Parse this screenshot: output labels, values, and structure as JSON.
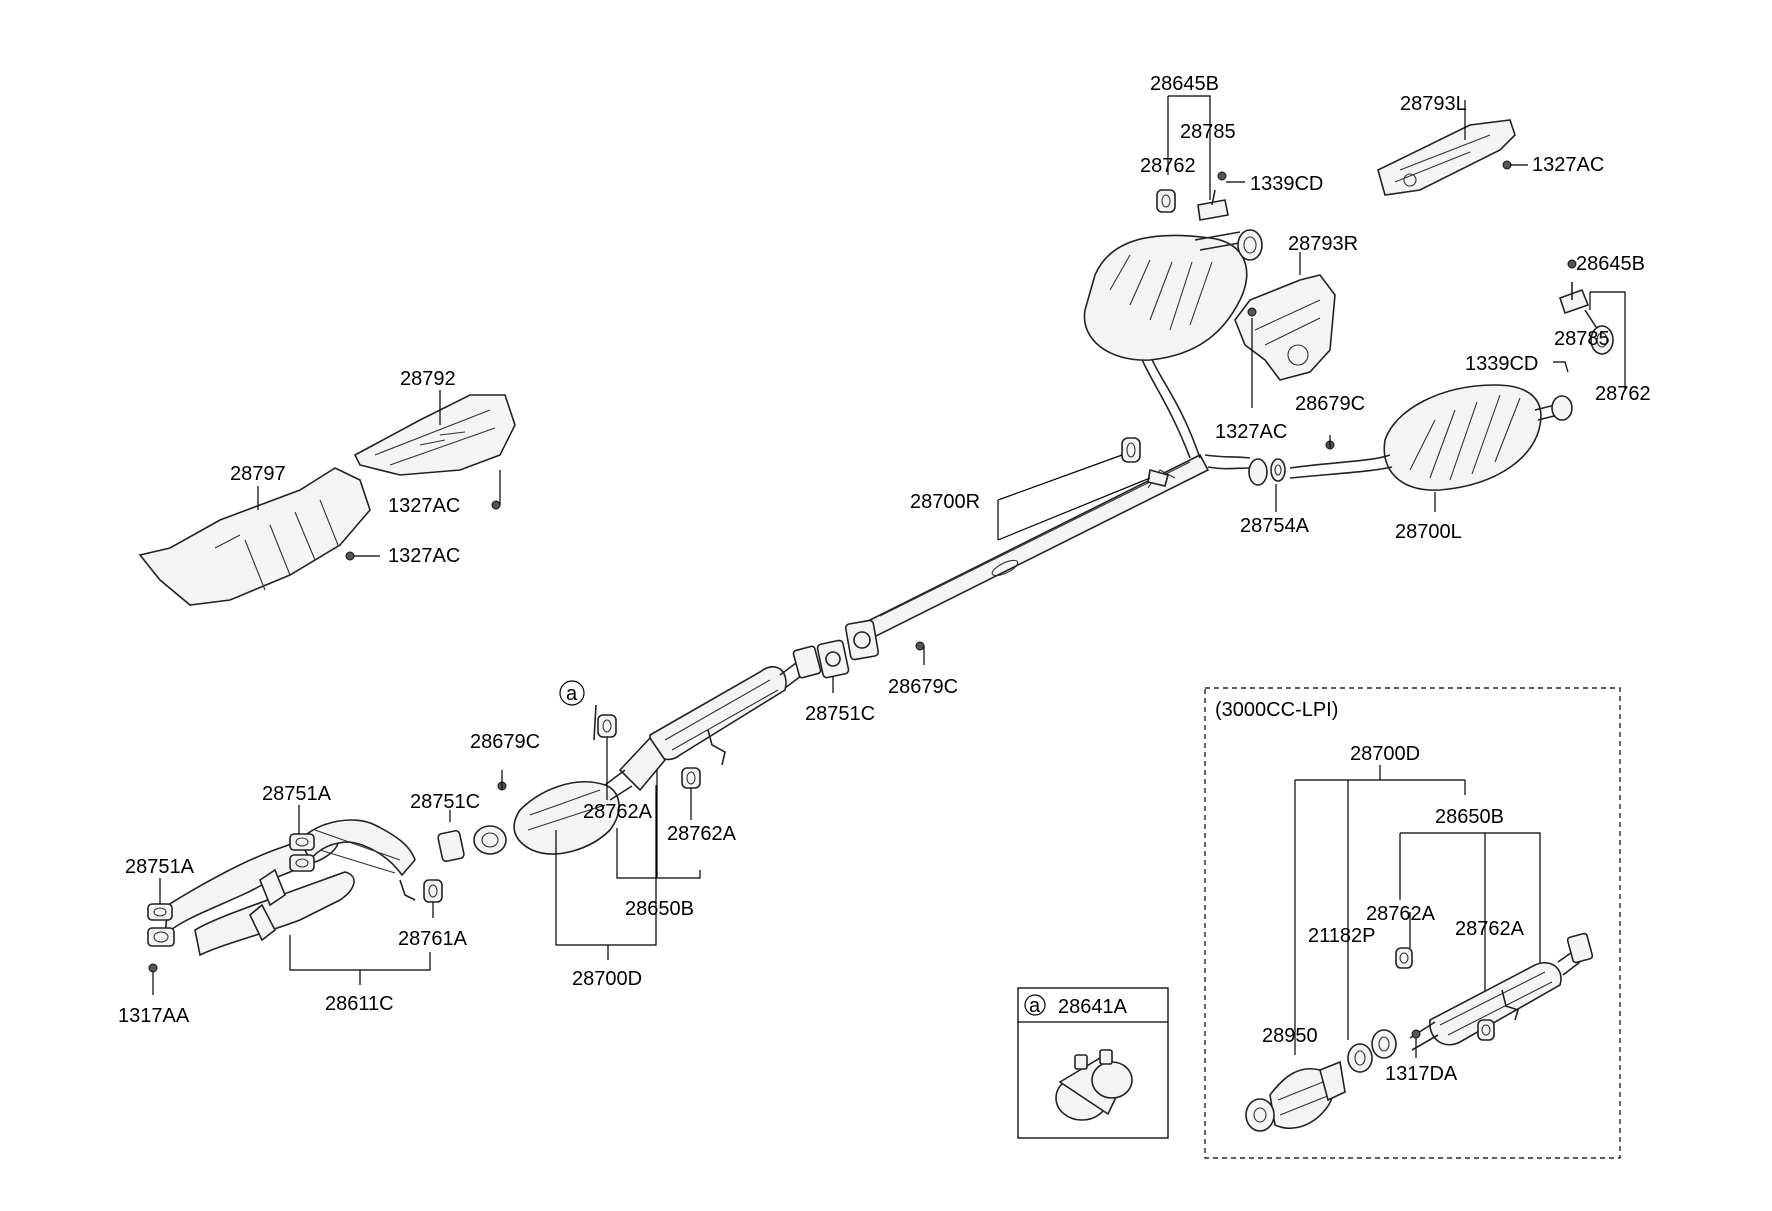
{
  "labels": {
    "l_28645B_top": "28645B",
    "l_28785_top": "28785",
    "l_28762_top": "28762",
    "l_1339CD_top": "1339CD",
    "l_28793L": "28793L",
    "l_1327AC_tr": "1327AC",
    "l_28793R": "28793R",
    "l_28645B_right": "28645B",
    "l_28785_right": "28785",
    "l_1339CD_right": "1339CD",
    "l_28762_right": "28762",
    "l_28679C_r": "28679C",
    "l_1327AC_mid": "1327AC",
    "l_28700R": "28700R",
    "l_28754A": "28754A",
    "l_28700L": "28700L",
    "l_28792": "28792",
    "l_28797": "28797",
    "l_1327AC_l1": "1327AC",
    "l_1327AC_l2": "1327AC",
    "l_28751C_mid": "28751C",
    "l_28679C_mid": "28679C",
    "l_circle_a": "a",
    "l_28679C_left": "28679C",
    "l_28751C_left": "28751C",
    "l_28762A_1": "28762A",
    "l_28762A_2": "28762A",
    "l_28650B_main": "28650B",
    "l_28700D_main": "28700D",
    "l_28751A_1": "28751A",
    "l_28751A_2": "28751A",
    "l_28761A": "28761A",
    "l_28611C": "28611C",
    "l_1317AA": "1317AA",
    "inset_a_circle": "a",
    "inset_a_part": "28641A",
    "inset_lpi_title": "(3000CC-LPI)",
    "l_lpi_28700D": "28700D",
    "l_lpi_28650B": "28650B",
    "l_lpi_28762A_1": "28762A",
    "l_lpi_28762A_2": "28762A",
    "l_lpi_21182P": "21182P",
    "l_lpi_28950": "28950",
    "l_lpi_1317DA": "1317DA"
  },
  "icons": [
    "heat-shield-icon",
    "muffler-icon",
    "catalytic-converter-icon",
    "gasket-icon",
    "hanger-icon",
    "nut-icon",
    "clamp-icon"
  ]
}
